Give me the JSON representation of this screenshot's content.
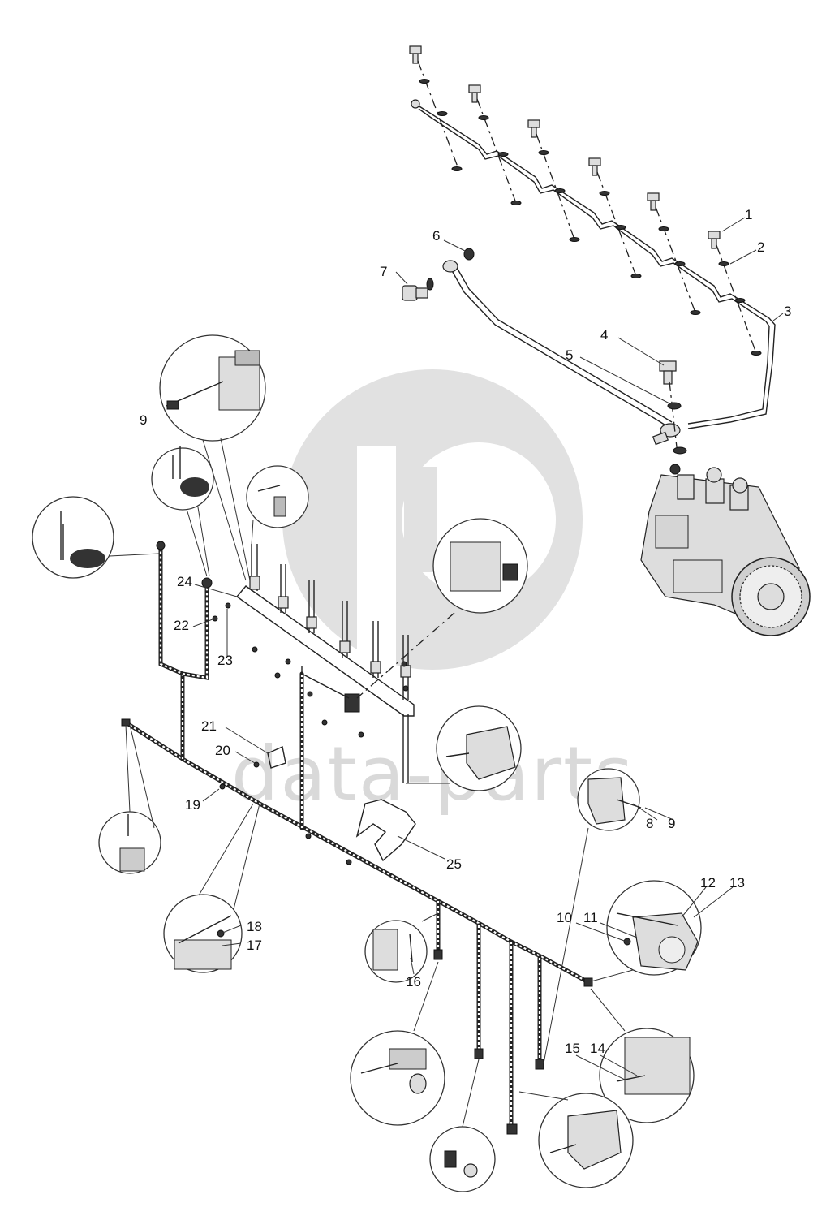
{
  "watermark": {
    "text": "data-parts",
    "logo": "dp-logo"
  },
  "callouts": [
    "1",
    "2",
    "3",
    "4",
    "5",
    "6",
    "7",
    "9",
    "24",
    "22",
    "23",
    "21",
    "20",
    "19",
    "25",
    "8",
    "9",
    "12",
    "13",
    "10",
    "11",
    "18",
    "17",
    "16",
    "15",
    "14"
  ],
  "colors": {
    "line": "#222222",
    "watermark": "#d9d9d9",
    "background": "#ffffff"
  }
}
